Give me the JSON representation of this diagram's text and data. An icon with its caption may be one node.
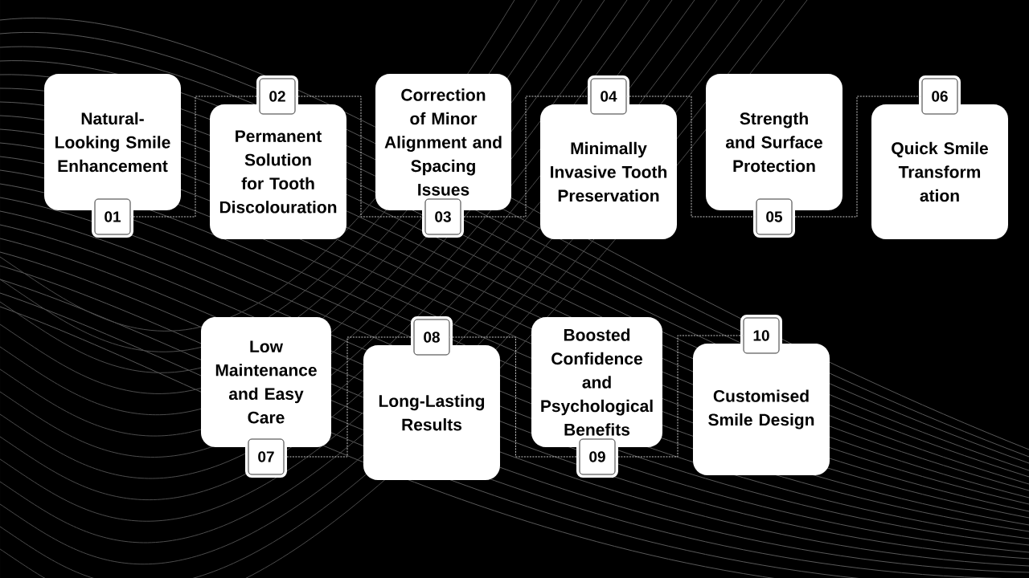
{
  "diagram": {
    "nodes": [
      {
        "text": [
          "Natural-Looking Smile Enhancement"
        ]
      },
      {
        "text": [
          "01"
        ]
      },
      {
        "text": [
          "Permanent Solution for Tooth Discolouration"
        ]
      },
      {
        "text": [
          "02"
        ]
      },
      {
        "text": [
          "Correction of Minor Alignment and Spacing Issues"
        ]
      },
      {
        "text": [
          "03"
        ]
      },
      {
        "text": [
          "Minimally Invasive Tooth Preservation"
        ]
      },
      {
        "text": [
          "04"
        ]
      },
      {
        "text": [
          "Strength and Surface Protection"
        ]
      },
      {
        "text": [
          "05"
        ]
      },
      {
        "text": [
          "Quick Smile Transform ation"
        ]
      },
      {
        "text": [
          "06"
        ]
      },
      {
        "text": [
          "Low Maintenance and Easy Care"
        ]
      },
      {
        "text": [
          "07"
        ]
      },
      {
        "text": [
          "Long-Lasting Results"
        ]
      },
      {
        "text": [
          "08"
        ]
      },
      {
        "text": [
          "Boosted Confidence and Psychological Benefits"
        ]
      },
      {
        "text": [
          "09"
        ]
      },
      {
        "text": [
          "Customised Smile Design"
        ]
      },
      {
        "text": [
          "10"
        ]
      }
    ],
    "edges": [
      {
        "from": 1,
        "to": 3,
        "arrow": "none",
        "style": "dashed"
      },
      {
        "from": 3,
        "to": 5,
        "arrow": "none",
        "style": "dashed"
      },
      {
        "from": 5,
        "to": 7,
        "arrow": "none",
        "style": "dashed"
      },
      {
        "from": 7,
        "to": 9,
        "arrow": "none",
        "style": "dashed"
      },
      {
        "from": 9,
        "to": 11,
        "arrow": "none",
        "style": "dashed"
      },
      {
        "from": 13,
        "to": 15,
        "arrow": "none",
        "style": "dashed"
      },
      {
        "from": 15,
        "to": 17,
        "arrow": "none",
        "style": "dashed"
      },
      {
        "from": 17,
        "to": 19,
        "arrow": "none",
        "style": "dashed"
      }
    ]
  }
}
